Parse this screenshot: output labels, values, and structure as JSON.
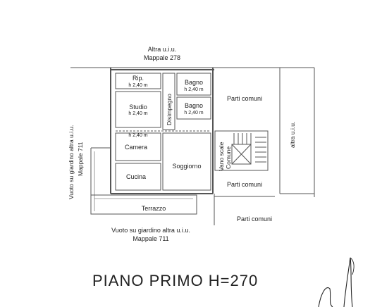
{
  "neighbors": {
    "top_line1": "Altra u.i.u.",
    "top_line2": "Mappale 278",
    "left_line1": "Vuoto su giardino altra u.i.u.",
    "left_line2": "Mappale 711",
    "bottom_line1": "Vuoto su giardino altra u.i.u.",
    "bottom_line2": "Mappale 711",
    "right": "altra u.i.u."
  },
  "rooms": {
    "rip": {
      "name": "Rip.",
      "height": "h 2,40 m"
    },
    "studio": {
      "name": "Studio",
      "height": "h 2,40 m"
    },
    "disimpegno": {
      "name": "Disimpegno"
    },
    "bagno1": {
      "name": "Bagno",
      "height": "h 2,40 m"
    },
    "bagno2": {
      "name": "Bagno",
      "height": "h 2,40 m"
    },
    "camera": {
      "name": "Camera",
      "height": "h 2,40 m"
    },
    "cucina": {
      "name": "Cucina"
    },
    "soggiorno": {
      "name": "Soggiorno"
    },
    "terrazzo": {
      "name": "Terrazzo"
    },
    "vano_scale_line1": "Vano scale",
    "vano_scale_line2": "Comune"
  },
  "common": {
    "parti_comuni_1": "Parti comuni",
    "parti_comuni_2": "Parti comuni",
    "parti_comuni_3": "Parti comuni"
  },
  "floor_title": "PIANO PRIMO  H=270"
}
